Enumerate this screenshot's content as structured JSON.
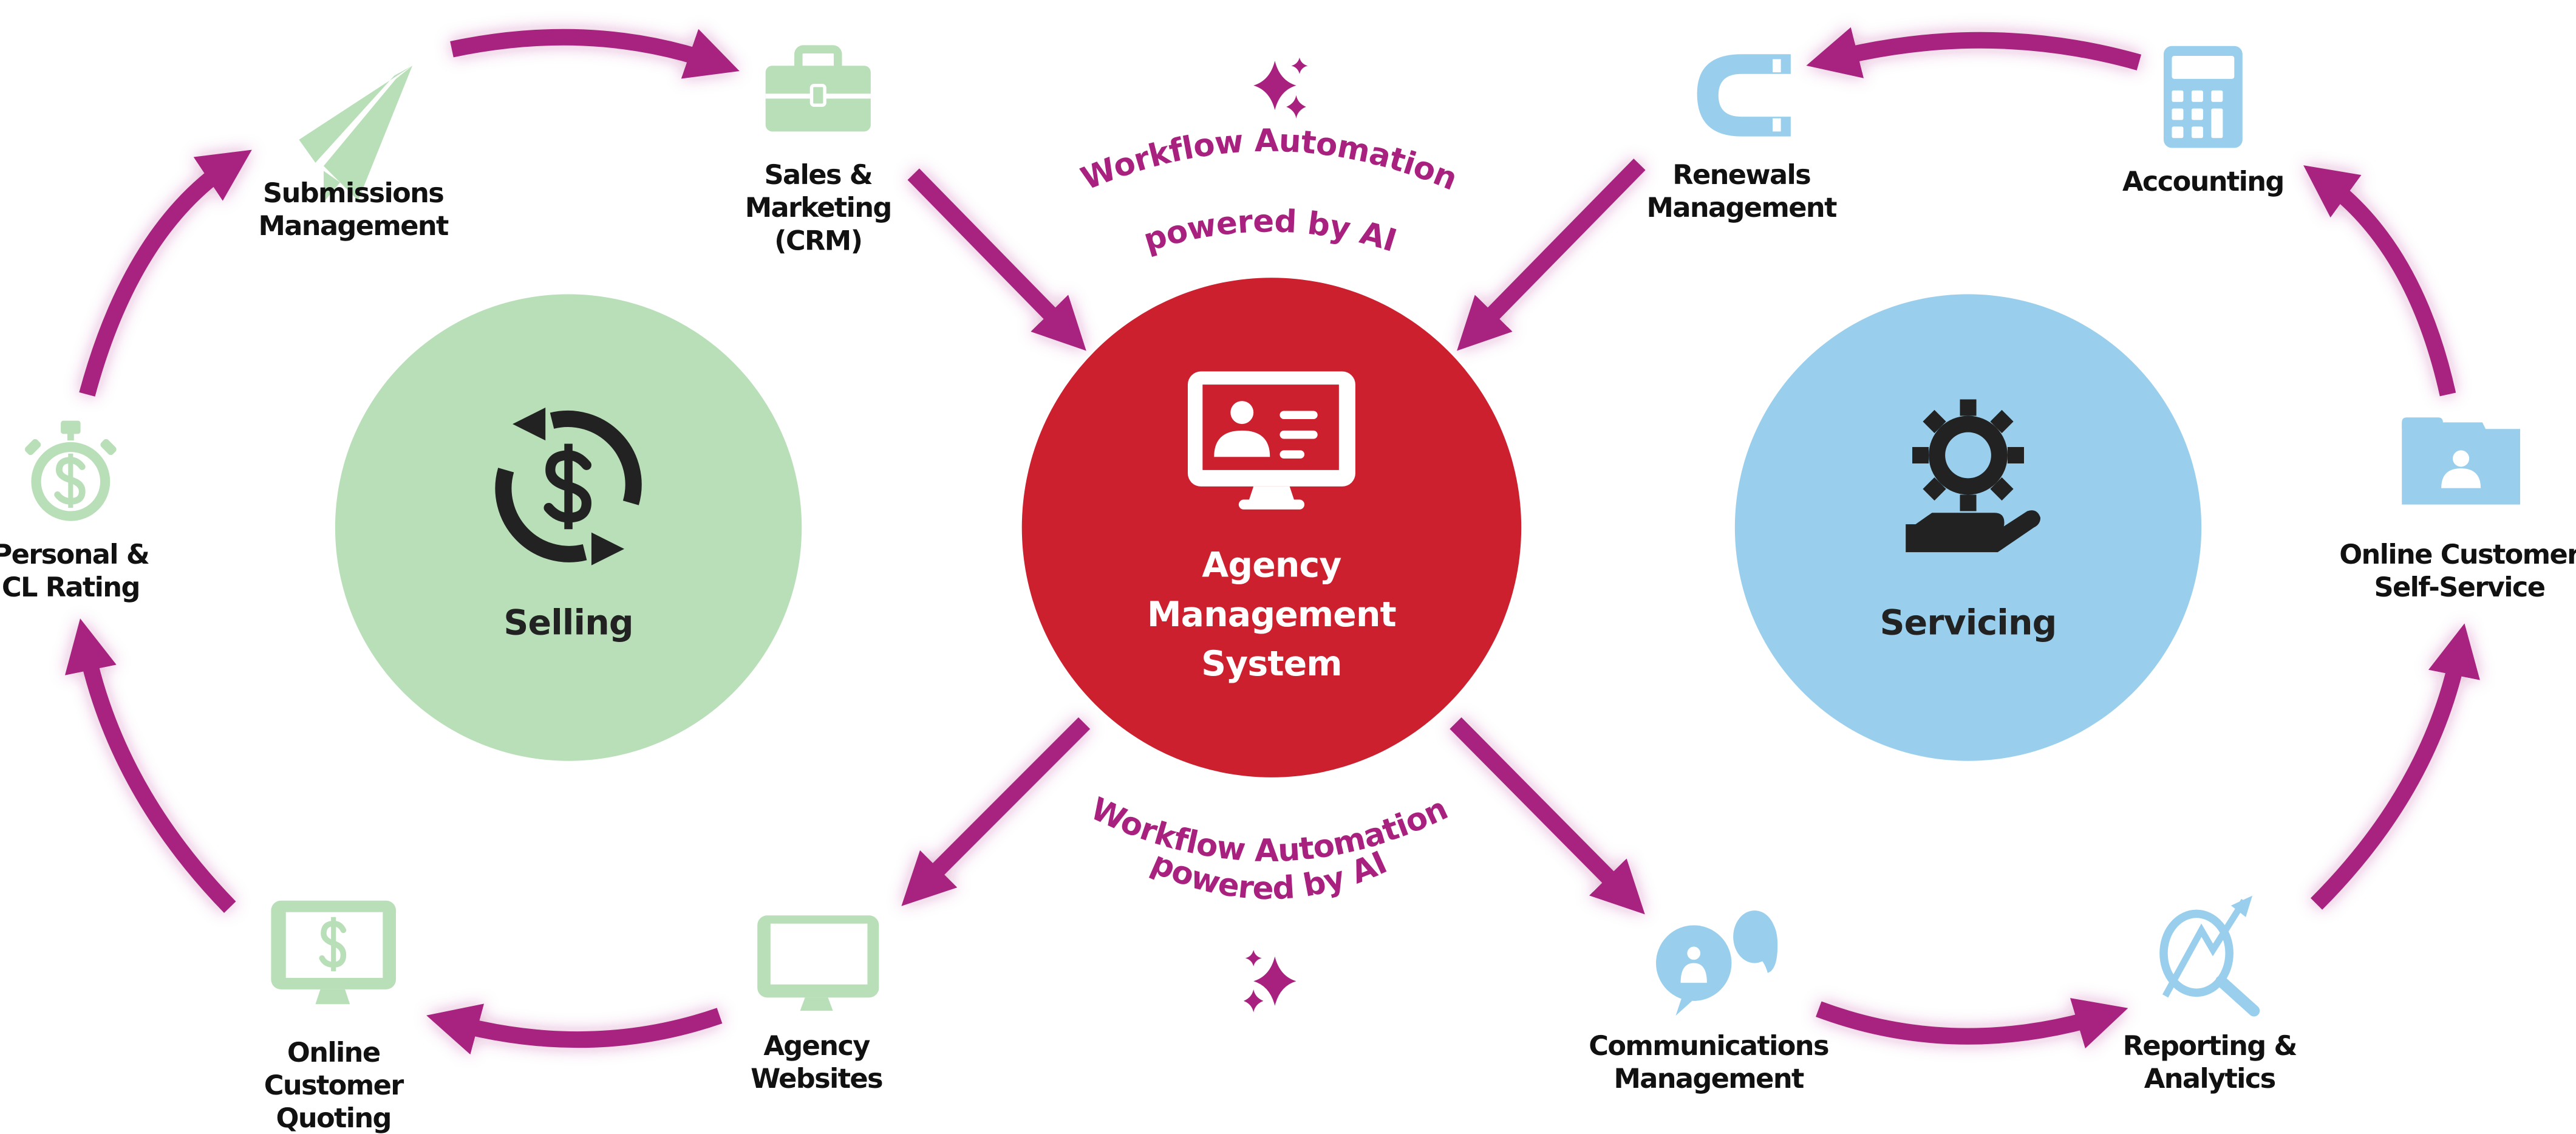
{
  "colors": {
    "arrow": "#a8217f",
    "selling": "#b9dfb8",
    "selling_icon": "#b9dfb8",
    "ams": "#cc202f",
    "servicing": "#99cfec",
    "servicing_icon": "#99cfec",
    "hub_icon_dark": "#222222",
    "label": "#111111"
  },
  "hubs": {
    "selling": {
      "label": "Selling",
      "icon": "dollar-cycle-icon"
    },
    "ams": {
      "lines": [
        "Agency",
        "Management",
        "System"
      ],
      "icon": "monitor-profile-icon"
    },
    "servicing": {
      "label": "Servicing",
      "icon": "gear-hand-icon"
    }
  },
  "ai_banners": {
    "top": {
      "line1": "Workflow Automation",
      "line2": "powered by AI",
      "icon": "sparkles-icon"
    },
    "bottom": {
      "line1": "Workflow Automation",
      "line2": "powered by AI",
      "icon": "sparkles-icon"
    }
  },
  "selling_nodes": [
    {
      "id": "submissions",
      "lines": [
        "Submissions",
        "Management"
      ],
      "icon": "paper-plane-icon"
    },
    {
      "id": "sales-marketing",
      "lines": [
        "Sales &",
        "Marketing",
        "(CRM)"
      ],
      "icon": "briefcase-icon"
    },
    {
      "id": "personal-cl-rating",
      "lines": [
        "Personal &",
        "CL Rating"
      ],
      "icon": "stopwatch-dollar-icon"
    },
    {
      "id": "online-quoting",
      "lines": [
        "Online",
        "Customer",
        "Quoting"
      ],
      "icon": "monitor-dollar-icon"
    },
    {
      "id": "agency-websites",
      "lines": [
        "Agency",
        "Websites"
      ],
      "icon": "monitor-icon"
    }
  ],
  "servicing_nodes": [
    {
      "id": "renewals",
      "lines": [
        "Renewals",
        "Management"
      ],
      "icon": "magnet-icon"
    },
    {
      "id": "accounting",
      "lines": [
        "Accounting"
      ],
      "icon": "calculator-icon"
    },
    {
      "id": "self-service",
      "lines": [
        "Online Customer",
        "Self-Service"
      ],
      "icon": "folder-user-icon"
    },
    {
      "id": "communications",
      "lines": [
        "Communications",
        "Management"
      ],
      "icon": "chat-bubbles-icon"
    },
    {
      "id": "reporting",
      "lines": [
        "Reporting &",
        "Analytics"
      ],
      "icon": "analytics-search-icon"
    }
  ]
}
